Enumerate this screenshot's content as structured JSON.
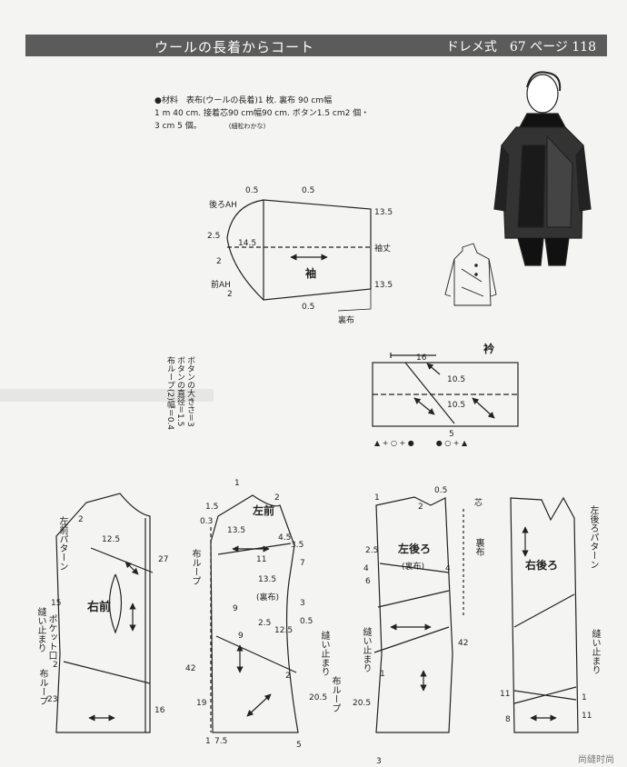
{
  "header": {
    "title": "ウールの長着からコート",
    "source": "ドレメ式　67 ページ 118"
  },
  "materials": {
    "line1": "●材料　表布(ウールの長着)1 枚. 裏布 90 cm幅",
    "line2": "1 m 40 cm. 接着芯90 cm幅90 cm. ボタン1.5 cm2 個・",
    "line3": "3 cm 5 個。",
    "credit": "(細松わかな)"
  },
  "note": "ボタンの大きさ＝3\nボタンの直径＝1.5\n布ループ(2)幅＝0.4",
  "sleeve": {
    "label": "袖",
    "back_ah": "後ろAH",
    "front_ah": "前AH",
    "sleeve_length": "袖丈",
    "lining": "裏布",
    "dims": {
      "top_a": "0.5",
      "top_b": "0.5",
      "right_top": "13.5",
      "right_bottom": "13.5",
      "left": "2.5",
      "width": "14.5",
      "left2": "2",
      "left3": "2",
      "bottom": "0.5"
    }
  },
  "collar": {
    "label": "衿",
    "dims": {
      "top": "16",
      "upper": "10.5",
      "lower": "10.5",
      "bottom": "5"
    },
    "marks": "▲ + ○ + ●　　　● ○ + ▲"
  },
  "pieces": {
    "right_front": {
      "label": "右前",
      "pattern": "左前パターン",
      "pocket": "ポケット口",
      "loop": "布ループ",
      "loop_tail": "縫い止まり",
      "dims": {
        "d2": "2",
        "d125": "12.5",
        "d27": "27",
        "d15": "15",
        "d2b": "2",
        "d23": "23",
        "d16": "16"
      }
    },
    "left_front": {
      "label": "左前",
      "lining": "(裏布)",
      "loop": "布ループ",
      "dims": {
        "d1": "1",
        "d2": "2",
        "d15": "1.5",
        "d03": "0.3",
        "d135": "13.5",
        "d45": "4.5",
        "d35": "3.5",
        "d7": "7",
        "d11": "11",
        "d135b": "13.5",
        "d9": "9",
        "d25": "2.5",
        "d3": "3",
        "d05": "0.5",
        "d9b": "9",
        "d125": "12.5",
        "d42": "42",
        "d19": "19",
        "d2b": "2",
        "d205": "20.5",
        "d75": "7.5",
        "d5": "5",
        "d1b": "1"
      }
    },
    "left_back": {
      "label": "左後ろ",
      "lining": "(裏布)",
      "lining2": "裏布",
      "interfacing": "芯",
      "stop": "縫い止まり",
      "dims": {
        "d1": "1",
        "d05": "0.5",
        "d2": "2",
        "d25": "2.5",
        "d4": "4",
        "d4b": "4",
        "d6": "6",
        "d1b": "1",
        "d205": "20.5",
        "d42": "42",
        "d3": "3"
      }
    },
    "right_back": {
      "label": "右後ろ",
      "pattern": "左後ろパターン",
      "stop": "縫い止まり",
      "dims": {
        "d11": "11",
        "d1": "1",
        "d8": "8",
        "d11b": "11"
      }
    }
  },
  "watermark": "尚缝时尚"
}
